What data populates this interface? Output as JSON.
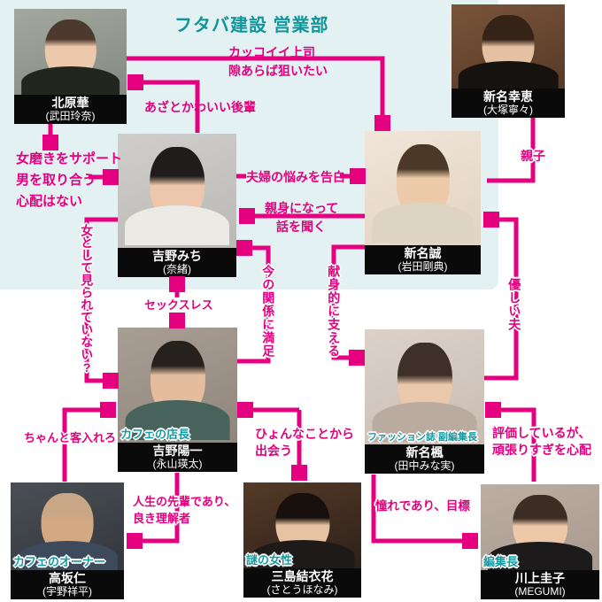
{
  "title": "フタバ建設 営業部",
  "colors": {
    "accent_pink": "#e5007f",
    "title_teal": "#0f969b",
    "role_label_teal": "#179aa3",
    "panel_blue": "#e4f1f3",
    "name_bar_black": "#0a0a0a",
    "name_text_white": "#ffffff"
  },
  "people": [
    {
      "name": "北原華",
      "actor": "(武田玲奈)"
    },
    {
      "name": "新名幸恵",
      "actor": "(大塚寧々)"
    },
    {
      "name": "吉野みち",
      "actor": "(奈緒)"
    },
    {
      "name": "新名誠",
      "actor": "(岩田剛典)"
    },
    {
      "name": "吉野陽一",
      "actor": "(永山瑛太)",
      "role": "カフェの店長"
    },
    {
      "name": "新名楓",
      "actor": "(田中みな実)",
      "role": "ファッション誌 副編集長"
    },
    {
      "name": "高坂仁",
      "actor": "(宇野祥平)",
      "role": "カフェのオーナー"
    },
    {
      "name": "三島結衣花",
      "actor": "(さとうほなみ)",
      "role": "謎の女性"
    },
    {
      "name": "川上圭子",
      "actor": "(MEGUMI)",
      "role": "編集長"
    }
  ],
  "relations": {
    "kakkoii_1": "カッコイイ上司",
    "kakkoii_2": "隙あらば狙いたい",
    "azato": "あざとかわいい後輩",
    "support_1": "女磨きをサポート",
    "support_2": "男を取り合う",
    "support_3": "心配はない",
    "fufu": "夫婦の悩みを告白",
    "shinmi_1": "親身になって",
    "shinmi_2": "話を聞く",
    "oyako": "親子",
    "yasashii": "優しい夫",
    "onna": "女として見られていない?",
    "sexless": "セックスレス",
    "imano": "今の関係に満足",
    "kenshin": "献身的に支える",
    "chanto": "ちゃんと客入れろ",
    "hyonna_1": "ひょんなことから",
    "hyonna_2": "出会う",
    "jinsei_1": "人生の先輩であり、",
    "jinsei_2": "良き理解者",
    "hyouka_1": "評価しているが、",
    "hyouka_2": "頑張りすぎを心配",
    "akogare": "憧れであり、目標"
  }
}
